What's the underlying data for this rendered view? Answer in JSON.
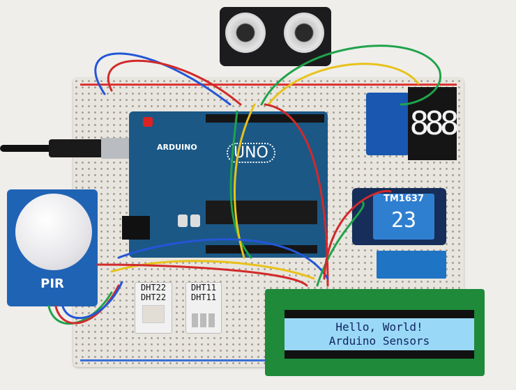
{
  "scene": {
    "arduino": {
      "logo_text": "ARDUINO",
      "model": "UNO"
    },
    "pir_sensor": {
      "label": "PIR"
    },
    "dht22": {
      "line1": "DHT22",
      "line2": "DHT22"
    },
    "dht11": {
      "line1": "DHT11",
      "line2": "DHT11"
    },
    "tm1637": {
      "title": "TM1637",
      "value": "23"
    },
    "seven_segment": {
      "digits": "888"
    },
    "lcd": {
      "line1": "Hello, World!",
      "line2": "Arduino Sensors",
      "backlight_color": "#9ad8f7"
    }
  }
}
